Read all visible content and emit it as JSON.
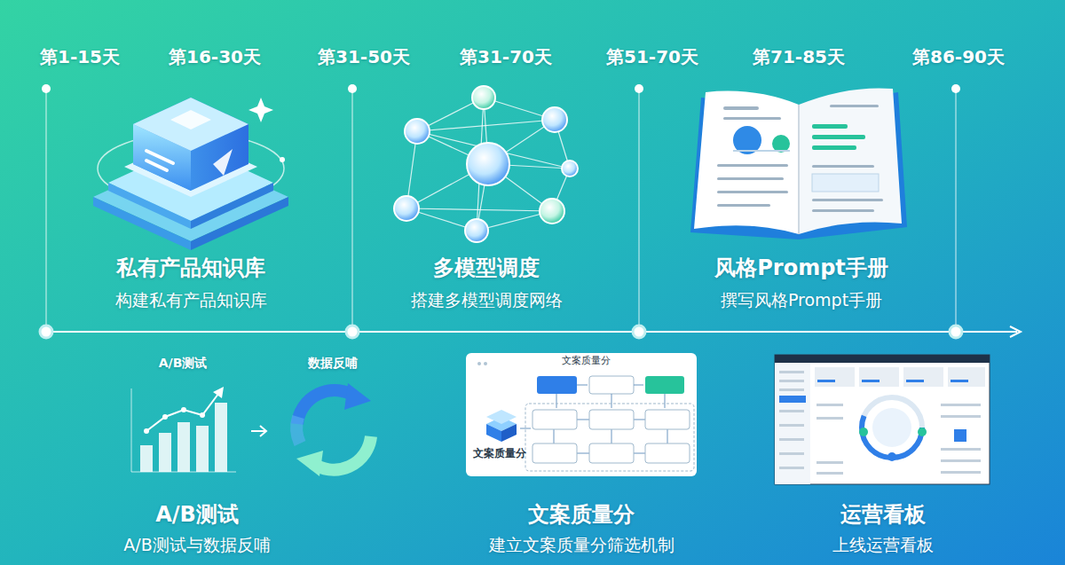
{
  "diagram": {
    "nodes": [
      {
        "text": [
          "文案质量分",
          "文案质量分"
        ]
      }
    ],
    "labels": [
      "第1-15天",
      "第16-30天",
      "第31-50天",
      "第31-70天",
      "第51-70天",
      "第71-85天",
      "第86-90天",
      "私有产品知识库",
      "构建私有产品知识库",
      "多模型调度",
      "搭建多模型调度网络",
      "风格Prompt手册",
      "撰写风格Prompt手册",
      "A/B测试",
      "数据反哺",
      "A/B测试",
      "A/B测试与数据反哺",
      "文案质量分",
      "建立文案质量分筛选机制",
      "运营看板",
      "上线运营看板"
    ]
  }
}
